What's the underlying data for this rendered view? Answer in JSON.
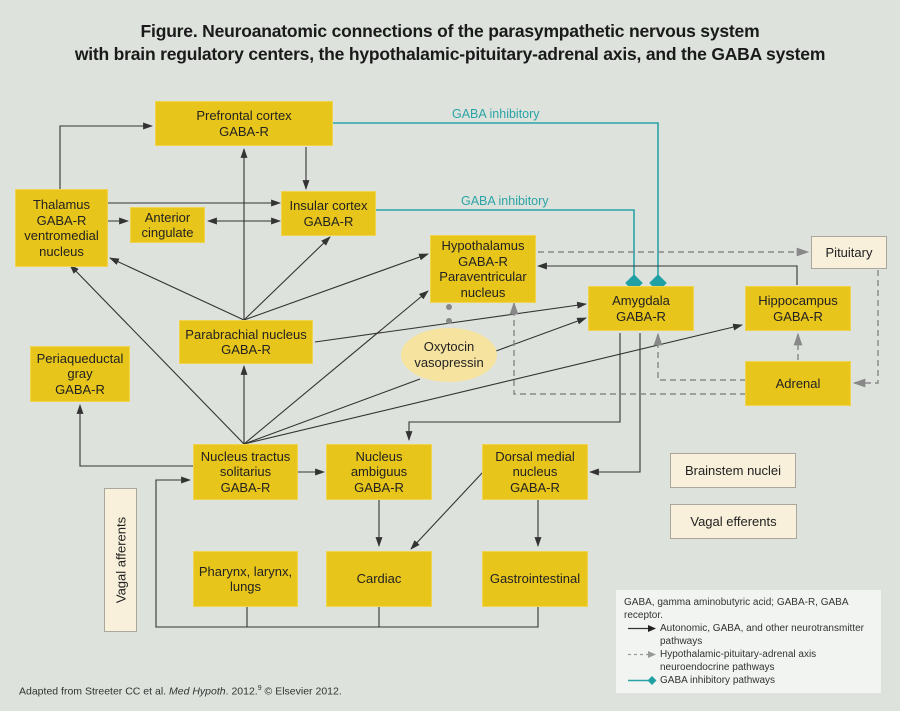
{
  "title": {
    "line1": "Figure. Neuroanatomic connections of the parasympathetic nervous system",
    "line2": "with brain regulatory centers, the hypothalamic-pituitary-adrenal axis, and the GABA system"
  },
  "nodes": {
    "prefrontal": "Prefrontal cortex\nGABA-R",
    "thalamus": "Thalamus\nGABA-R\nventromedial\nnucleus",
    "anterior_cingulate": "Anterior\ncingulate",
    "insular": "Insular cortex\nGABA-R",
    "hypothalamus": "Hypothalamus\nGABA-R\nParaventricular\nnucleus",
    "pituitary": "Pituitary",
    "amygdala": "Amygdala\nGABA-R",
    "hippocampus": "Hippocampus\nGABA-R",
    "parabrachial": "Parabrachial nucleus\nGABA-R",
    "oxytocin": "Oxytocin\nvasopressin",
    "periaqueductal": "Periaqueductal\ngray\nGABA-R",
    "adrenal": "Adrenal",
    "nts": "Nucleus tractus\nsolitarius\nGABA-R",
    "ambiguus": "Nucleus\nambiguus\nGABA-R",
    "dorsal_medial": "Dorsal medial\nnucleus\nGABA-R",
    "pharynx": "Pharynx, larynx,\nlungs",
    "cardiac": "Cardiac",
    "gastrointestinal": "Gastrointestinal",
    "vagal_afferents": "Vagal afferents"
  },
  "edge_labels": {
    "gaba_top": "GABA inhibitory",
    "gaba_mid": "GABA inhibitory"
  },
  "key": {
    "brainstem": "Brainstem nuclei",
    "vagal_efferents": "Vagal efferents"
  },
  "legend": {
    "abbrev": "GABA, gamma aminobutyric acid; GABA-R, GABA receptor.",
    "items": [
      {
        "type": "solid-arrow",
        "label": "Autonomic, GABA, and other neurotransmitter pathways"
      },
      {
        "type": "dashed-arrow",
        "label": "Hypothalamic-pituitary-adrenal axis neuroendocrine pathways"
      },
      {
        "type": "inhibitory-diamond",
        "label": "GABA inhibitory pathways"
      }
    ]
  },
  "colors": {
    "node_fill": "#e8c51b",
    "key_fill": "#f8f0da",
    "ellipse_fill": "#f6e3a0",
    "gaba_line": "#2ba3a6",
    "solid_line": "#333333",
    "dashed_line": "#888888",
    "background": "#dde3dc"
  },
  "footer": {
    "prefix": "Adapted from Streeter CC et al. ",
    "journal": "Med Hypoth",
    "suffix": ". 2012.",
    "sup": "9",
    "copyright": " © Elsevier 2012."
  }
}
